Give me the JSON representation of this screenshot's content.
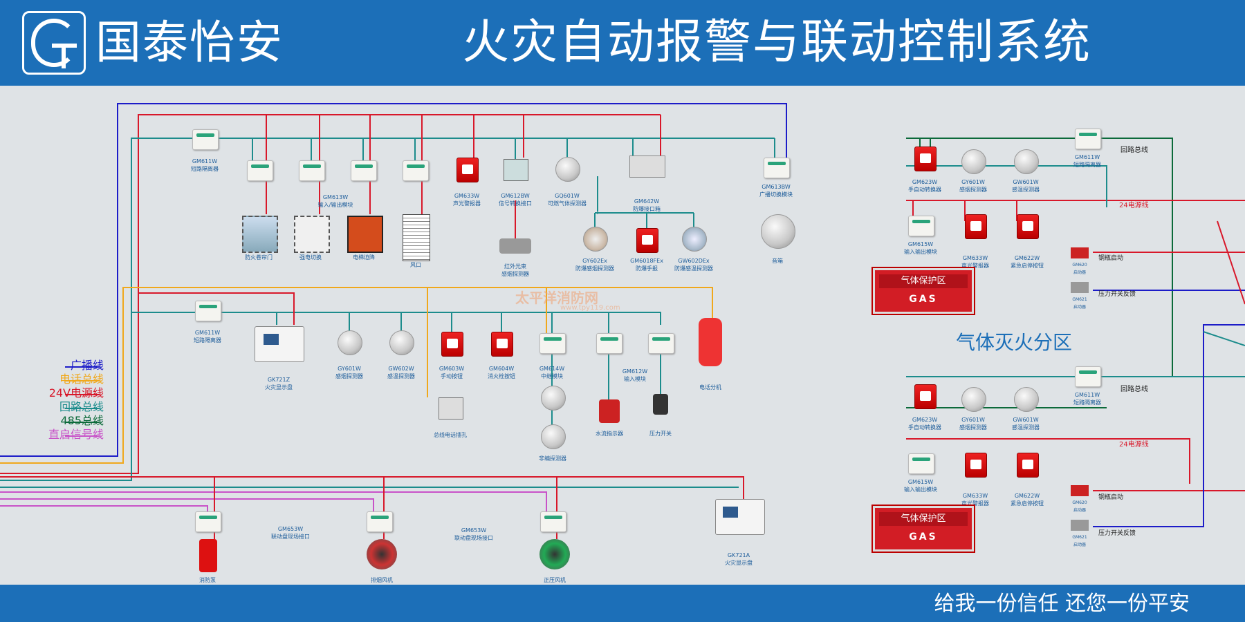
{
  "header": {
    "brand": "国泰怡安",
    "title": "火灾自动报警与联动控制系统"
  },
  "footer": {
    "slogan": "给我一份信任  还您一份平安"
  },
  "legend": [
    {
      "label": "广播线",
      "color": "#1c1cc8"
    },
    {
      "label": "电话总线",
      "color": "#f0a81c"
    },
    {
      "label": "24V电源线",
      "color": "#d8182a"
    },
    {
      "label": "回路总线",
      "color": "#1c8c8c"
    },
    {
      "label": "485总线",
      "color": "#0c6a3a"
    },
    {
      "label": "直启信号线",
      "color": "#c852c8"
    }
  ],
  "watermark": {
    "text": "太平洋消防网",
    "url": "www.tpy119.com"
  },
  "devices": {
    "gm611w_top": {
      "model": "GM611W",
      "name": "短路隔离器"
    },
    "gm613w": {
      "model": "GM613W",
      "name": "输入/输出模块"
    },
    "fire_door": {
      "name": "防火卷帘门"
    },
    "power_cut": {
      "name": "强电切换"
    },
    "elevator": {
      "name": "电梯迫降"
    },
    "vent": {
      "name": "风口"
    },
    "gm633w": {
      "model": "GM633W",
      "name": "声光警报器"
    },
    "gm612bw": {
      "model": "GM612BW",
      "name": "信号转换接口"
    },
    "gq601w": {
      "model": "GQ601W",
      "name": "可燃气体探测器"
    },
    "infrared": {
      "name1": "红外光束",
      "name2": "感烟探测器"
    },
    "gm642w": {
      "model": "GM642W",
      "name": "防爆接口箱"
    },
    "gy602ex": {
      "model": "GY602Ex",
      "name": "防爆感烟探测器"
    },
    "gm6018fex": {
      "model": "GM6018FEx",
      "name": "防爆手报"
    },
    "gw602dex": {
      "model": "GW602DEx",
      "name": "防爆感温探测器"
    },
    "gm613bw": {
      "model": "GM613BW",
      "name": "广播切换模块"
    },
    "speaker": {
      "name": "音箱"
    },
    "gm611w_mid": {
      "model": "GM611W",
      "name": "短路隔离器"
    },
    "gk721z": {
      "model": "GK721Z",
      "name": "火灾显示盘"
    },
    "gy601w": {
      "model": "GY601W",
      "name": "感烟探测器"
    },
    "gw602w": {
      "model": "GW602W",
      "name": "感温探测器"
    },
    "gm603w": {
      "model": "GM603W",
      "name": "手动按钮"
    },
    "gm604w": {
      "model": "GM604W",
      "name": "消火栓按钮"
    },
    "gm614w": {
      "model": "GM614W",
      "name": "中继模块"
    },
    "gm612w": {
      "model": "GM612W",
      "name": "输入模块"
    },
    "phone_ext": {
      "name": "电话分机"
    },
    "bus_jack": {
      "name": "总线电话插孔"
    },
    "water_flow": {
      "name": "水流指示器"
    },
    "pressure_switch": {
      "name": "压力开关"
    },
    "non_coded": {
      "name": "非编探测器"
    },
    "gm653w_1": {
      "model": "GM653W",
      "name": "联动盘现场接口"
    },
    "gm653w_2": {
      "model": "GM653W",
      "name": "联动盘现场接口"
    },
    "fire_pump": {
      "name": "消防泵"
    },
    "smoke_fan": {
      "name": "排烟风机"
    },
    "pressure_fan": {
      "name": "正压风机"
    },
    "gk721a": {
      "model": "GK721A",
      "name": "火灾显示盘"
    }
  },
  "gas_zone": {
    "title": "气体灭火分区",
    "loop_bus": "回路总线",
    "power_line": "24电源线",
    "sign_top": "气体保护区",
    "sign_bottom": "GAS",
    "cylinder_start": "钢瓶启动",
    "pressure_feedback": "压力开关反馈",
    "gm611w": {
      "model": "GM611W",
      "name": "短路隔离器"
    },
    "gm623w": {
      "model": "GM623W",
      "name": "手自动转换器"
    },
    "gy601w": {
      "model": "GY601W",
      "name": "感烟探测器"
    },
    "gw601w": {
      "model": "GW601W",
      "name": "感温探测器"
    },
    "gm615w": {
      "model": "GM615W",
      "name": "输入输出模块"
    },
    "gm633w": {
      "model": "GM633W",
      "name": "声光警报器"
    },
    "gm622w": {
      "model": "GM622W",
      "name": "紧急启停按钮"
    },
    "gm620": {
      "model": "GM620",
      "name": "启动器"
    },
    "gm621": {
      "model": "GM621",
      "name": "启动器"
    }
  }
}
